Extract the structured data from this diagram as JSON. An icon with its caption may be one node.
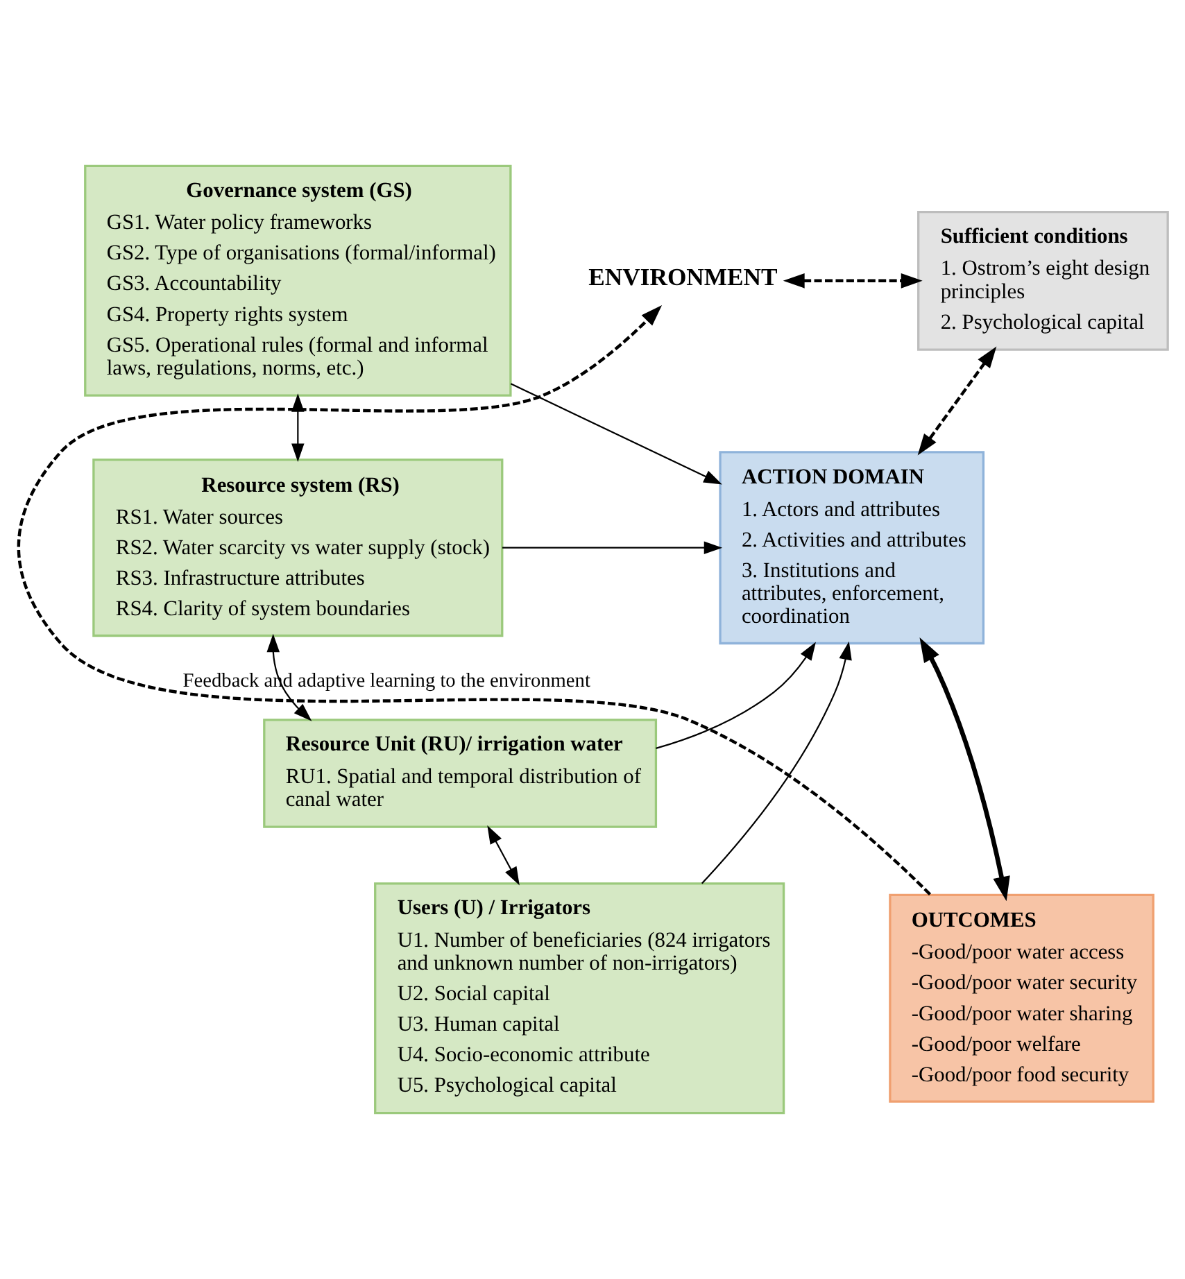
{
  "diagram": {
    "nodes": [
      {
        "text": [
          "ENVIRONMENT"
        ]
      },
      {
        "text": [
          "Governance system (GS)",
          "GS1. Water policy frameworks",
          "GS2. Type of organisations (formal/informal)",
          "GS3. Accountability",
          "GS4. Property rights system",
          "GS5. Operational rules (formal and informal laws, regulations, norms, etc.)"
        ]
      },
      {
        "text": [
          "Resource system (RS)",
          "RS1. Water sources",
          "RS2. Water scarcity vs water supply (stock)",
          "RS3. Infrastructure attributes",
          "RS4. Clarity of system boundaries"
        ]
      },
      {
        "text": [
          "Resource Unit (RU)/ irrigation water",
          "RU1. Spatial and temporal distribution of canal water"
        ]
      },
      {
        "text": [
          "Users (U) / Irrigators",
          "U1. Number of beneficiaries (824 irrigators and unknown number of non-irrigators)",
          "U2. Social capital",
          "U3. Human capital",
          "U4. Socio-economic attribute",
          "U5. Psychological capital"
        ]
      },
      {
        "text": [
          "Sufficient conditions",
          "1. Ostrom’s eight design principles",
          "2. Psychological capital"
        ]
      },
      {
        "text": [
          "ACTION DOMAIN",
          "1. Actors and attributes",
          "2. Activities and attributes",
          "3. Institutions and attributes, enforcement, coordination"
        ]
      },
      {
        "text": [
          "OUTCOMES",
          "-Good/poor water access",
          "-Good/poor water security",
          "-Good/poor water sharing",
          "-Good/poor welfare",
          "-Good/poor food security"
        ]
      }
    ],
    "edges": [
      {
        "from": 0,
        "to": 5,
        "arrow": "both",
        "style": "dashed"
      },
      {
        "from": 1,
        "to": 2,
        "arrow": "both"
      },
      {
        "from": 2,
        "to": 3,
        "arrow": "both"
      },
      {
        "from": 3,
        "to": 4,
        "arrow": "both"
      },
      {
        "from": 1,
        "to": 6,
        "arrow": "to"
      },
      {
        "from": 2,
        "to": 6,
        "arrow": "to"
      },
      {
        "from": 3,
        "to": 6,
        "arrow": "to"
      },
      {
        "from": 4,
        "to": 6,
        "arrow": "to"
      },
      {
        "from": 5,
        "to": 6,
        "arrow": "both",
        "style": "dashed"
      },
      {
        "from": 6,
        "to": 7,
        "arrow": "both",
        "style": "thick"
      },
      {
        "from": 7,
        "to": 0,
        "arrow": "to",
        "style": "dashed",
        "label": "Feedback and adaptive learning to the environment"
      }
    ]
  }
}
